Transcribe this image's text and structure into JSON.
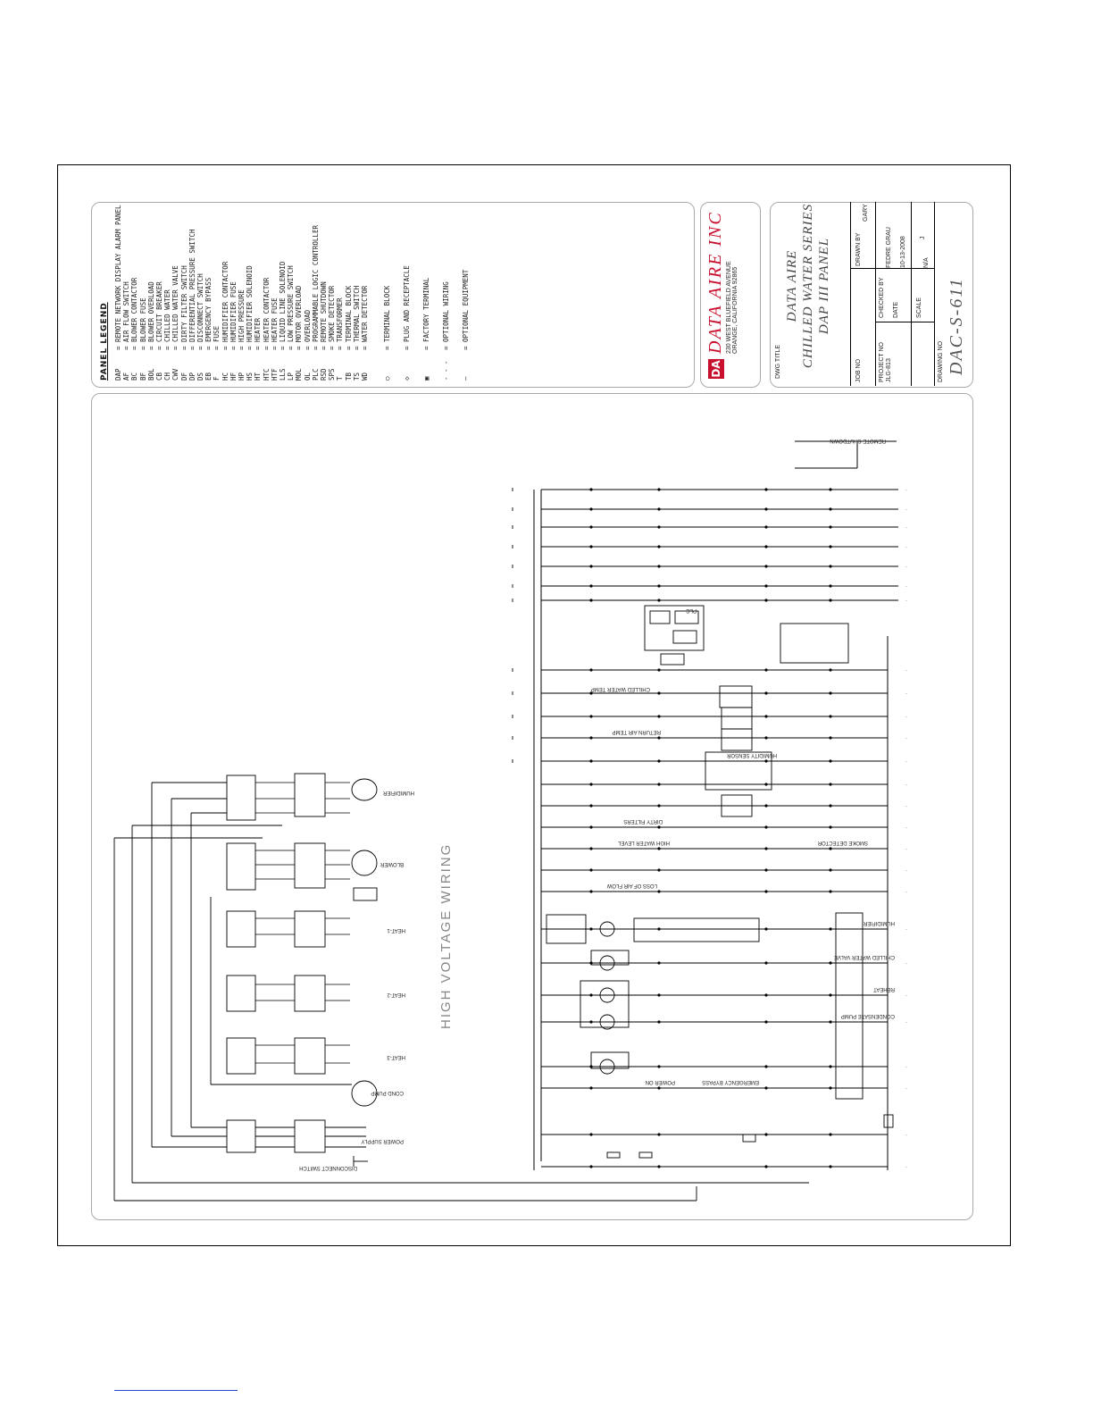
{
  "title_block": {
    "company": "DATA AIRE INC",
    "address": [
      "230 WEST BLUEFIELD AVENUE",
      "ORANGE, CALIFORNIA 92865"
    ],
    "drawing_title": [
      "DATA AIRE",
      "CHILLED WATER SERIES",
      "DAP III PANEL"
    ],
    "dwg_title_label": "DWG TITLE",
    "job_no_label": "JOB NO",
    "project_no_label": "PROJECT NO",
    "project_no": "JLG-813",
    "drawn_by_label": "DRAWN BY",
    "drawn_by": "GARY",
    "checked_by_label": "CHECKED BY",
    "checked_by": "FEDRE GRAU",
    "date_label": "DATE",
    "date": "10-13-2008",
    "scale_label": "SCALE",
    "scale": "N/A",
    "revision": "J",
    "drawing_no_label": "DRAWING NO",
    "drawing_no": "DAC-S-611"
  },
  "legend": {
    "title": "PANEL LEGEND",
    "items": [
      {
        "code": "DAP",
        "desc": "REMOTE NETWORK DISPLAY ALARM PANEL"
      },
      {
        "code": "AF",
        "desc": "AIR FLOW SWITCH"
      },
      {
        "code": "BC",
        "desc": "BLOWER CONTACTOR"
      },
      {
        "code": "BF",
        "desc": "BLOWER FUSE"
      },
      {
        "code": "BOL",
        "desc": "BLOWER OVERLOAD"
      },
      {
        "code": "CB",
        "desc": "CIRCUIT BREAKER"
      },
      {
        "code": "CH",
        "desc": "CHILLED WATER"
      },
      {
        "code": "CWV",
        "desc": "CHILLED WATER VALVE"
      },
      {
        "code": "DF",
        "desc": "DIRTY FILTER SWITCH"
      },
      {
        "code": "DP",
        "desc": "DIFFERENTIAL PRESSURE SWITCH"
      },
      {
        "code": "DS",
        "desc": "DISCONNECT SWITCH"
      },
      {
        "code": "EB",
        "desc": "EMERGENCY BYPASS"
      },
      {
        "code": "F",
        "desc": "FUSE"
      },
      {
        "code": "HC",
        "desc": "HUMIDIFIER CONTACTOR"
      },
      {
        "code": "HF",
        "desc": "HUMIDIFIER FUSE"
      },
      {
        "code": "HP",
        "desc": "HIGH PRESSURE"
      },
      {
        "code": "HS",
        "desc": "HUMIDIFIER SOLENOID"
      },
      {
        "code": "HT",
        "desc": "HEATER"
      },
      {
        "code": "HTC",
        "desc": "HEATER CONTACTOR"
      },
      {
        "code": "HTF",
        "desc": "HEATER FUSE"
      },
      {
        "code": "LLS",
        "desc": "LIQUID LINE SOLENOID"
      },
      {
        "code": "LP",
        "desc": "LOW PRESSURE SWITCH"
      },
      {
        "code": "MOL",
        "desc": "MOTOR OVERLOAD"
      },
      {
        "code": "OL",
        "desc": "OVERLOAD"
      },
      {
        "code": "PLC",
        "desc": "PROGRAMMABLE LOGIC CONTROLLER"
      },
      {
        "code": "RSD",
        "desc": "REMOTE SHUTDOWN"
      },
      {
        "code": "SPS",
        "desc": "SMOKE DETECTOR"
      },
      {
        "code": "T",
        "desc": "TRANSFORMER"
      },
      {
        "code": "TB",
        "desc": "TERMINAL BLOCK"
      },
      {
        "code": "TS",
        "desc": "THERMAL SWITCH"
      },
      {
        "code": "WD",
        "desc": "WATER DETECTOR"
      }
    ],
    "symbols": [
      {
        "symbol": "○",
        "desc": "TERMINAL BLOCK"
      },
      {
        "symbol": "◇",
        "desc": "PLUG AND RECEPTACLE"
      },
      {
        "symbol": "▣",
        "desc": "FACTORY TERMINAL"
      },
      {
        "symbol": "- - -",
        "desc": "OPTIONAL WIRING"
      },
      {
        "symbol": "—",
        "desc": "OPTIONAL EQUIPMENT"
      }
    ]
  },
  "diagram": {
    "hv_label": "HIGH VOLTAGE WIRING",
    "components_hv": [
      "HUMIDIFIER",
      "BLOWER",
      "HEAT-1",
      "HEAT-2",
      "HEAT-3",
      "COND PUMP",
      "POWER SUPPLY",
      "DISCONNECT SWITCH"
    ],
    "rung_labels": [
      "REMOTE SHUTDOWN",
      "HUMIDITY SENSOR",
      "CHILLED WATER TEMP",
      "RETURN AIR TEMP",
      "DIRTY FILTERS",
      "HIGH WATER LEVEL",
      "LOSS OF AIR FLOW",
      "SMOKE DETECTOR",
      "CONDENSATE PUMP",
      "HUMIDIFIER",
      "REHEAT",
      "CHILLED WATER VALVE",
      "POWER ON",
      "EMERGENCY BYPASS",
      "PLC"
    ]
  }
}
